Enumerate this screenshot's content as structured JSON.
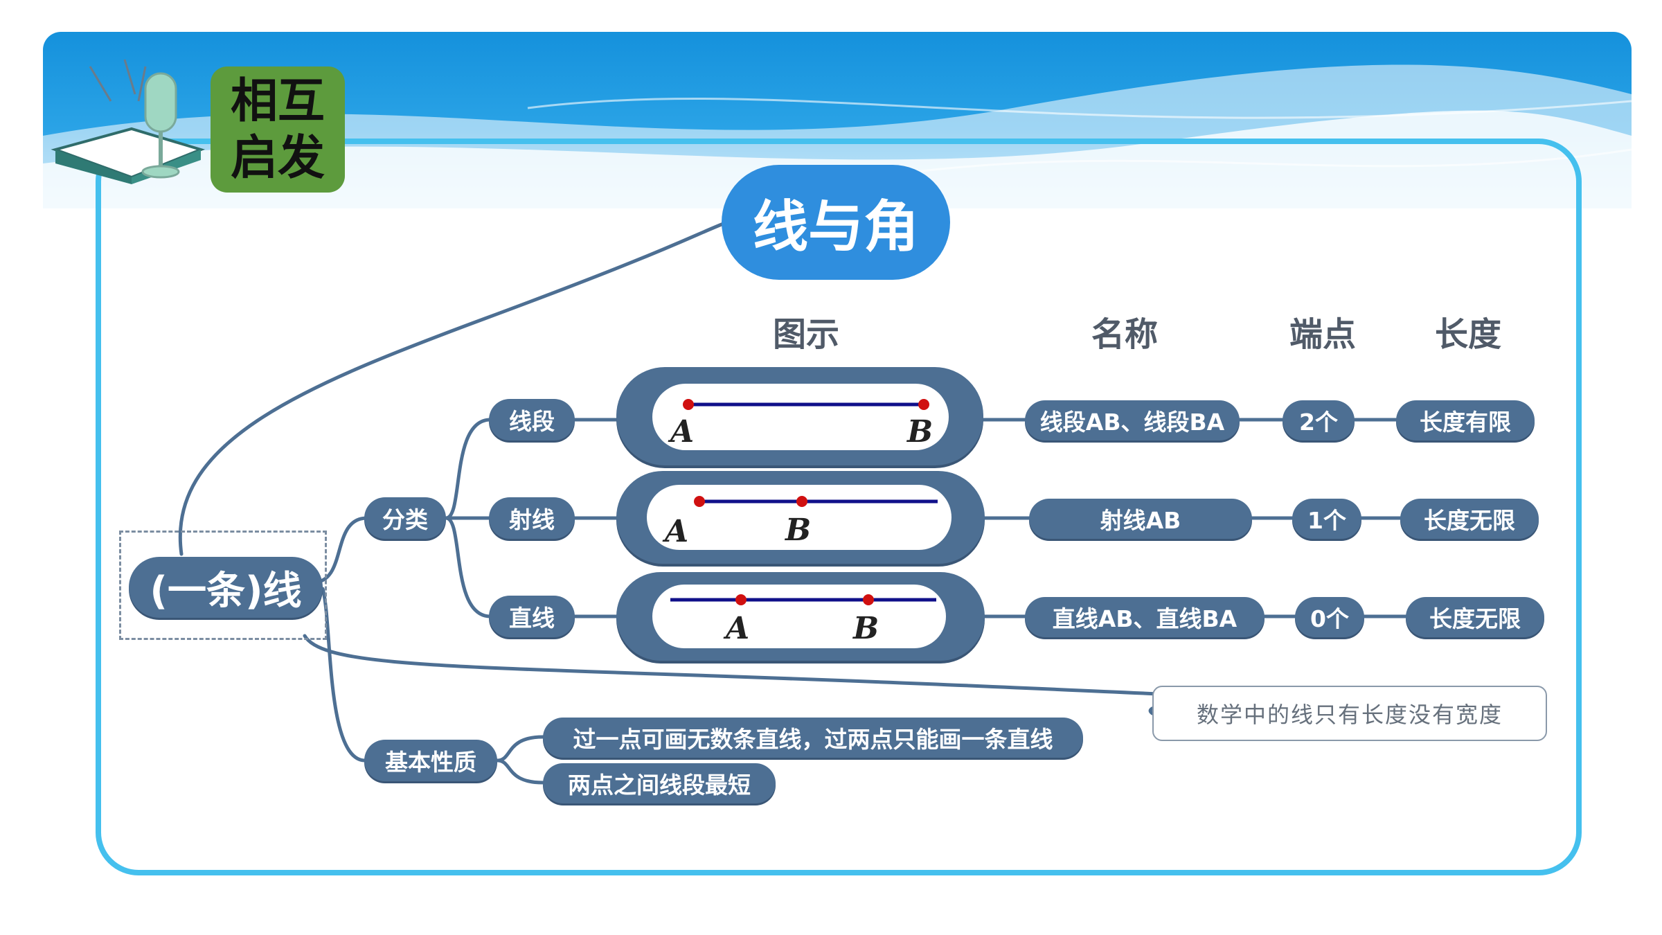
{
  "corner_tag": {
    "line1": "相互",
    "line2": "启发"
  },
  "title": "线与角",
  "headers": {
    "diagram": "图示",
    "name": "名称",
    "endpoints": "端点",
    "length": "长度"
  },
  "root": "(一条)线",
  "branch_classification": "分类",
  "branch_properties": "基本性质",
  "rows": [
    {
      "type": "线段",
      "name": "线段AB、线段BA",
      "endpoints": "2个",
      "length": "长度有限",
      "labels": [
        "A",
        "B"
      ]
    },
    {
      "type": "射线",
      "name": "射线AB",
      "endpoints": "1个",
      "length": "长度无限",
      "labels": [
        "A",
        "B"
      ]
    },
    {
      "type": "直线",
      "name": "直线AB、直线BA",
      "endpoints": "0个",
      "length": "长度无限",
      "labels": [
        "A",
        "B"
      ]
    }
  ],
  "properties": [
    "过一点可画无数条直线，过两点只能画一条直线",
    "两点之间线段最短"
  ],
  "note": "数学中的线只有长度没有宽度",
  "colors": {
    "node": "#4d6f93",
    "title_blob": "#2f8ede",
    "frame": "#45c0ee",
    "banner": "#1591dc",
    "tag": "#5d9b3d",
    "point": "#d01010",
    "line": "#10108a"
  }
}
